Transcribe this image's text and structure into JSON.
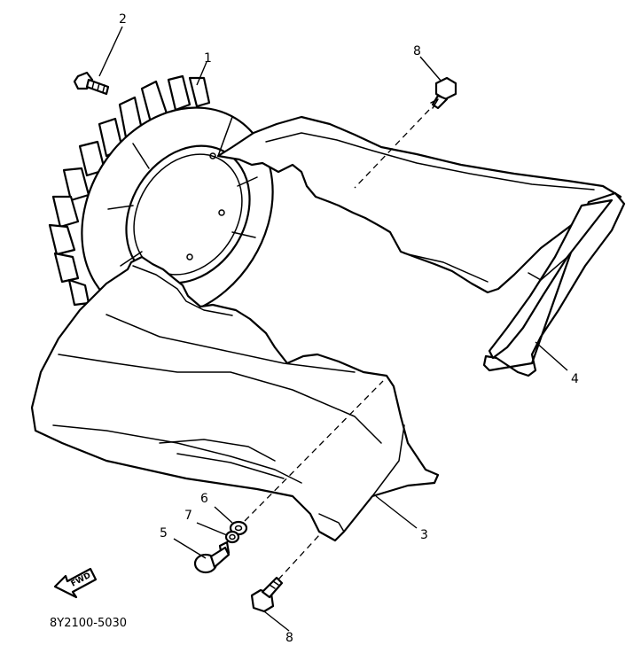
{
  "diagram": {
    "drawing_code": "8Y2100-5030",
    "fwd_label": "FWD",
    "callouts": [
      {
        "id": "1",
        "label": "1"
      },
      {
        "id": "2",
        "label": "2"
      },
      {
        "id": "8a",
        "label": "8"
      },
      {
        "id": "4",
        "label": "4"
      },
      {
        "id": "6",
        "label": "6"
      },
      {
        "id": "7",
        "label": "7"
      },
      {
        "id": "5",
        "label": "5"
      },
      {
        "id": "3",
        "label": "3"
      },
      {
        "id": "8b",
        "label": "8"
      }
    ]
  }
}
